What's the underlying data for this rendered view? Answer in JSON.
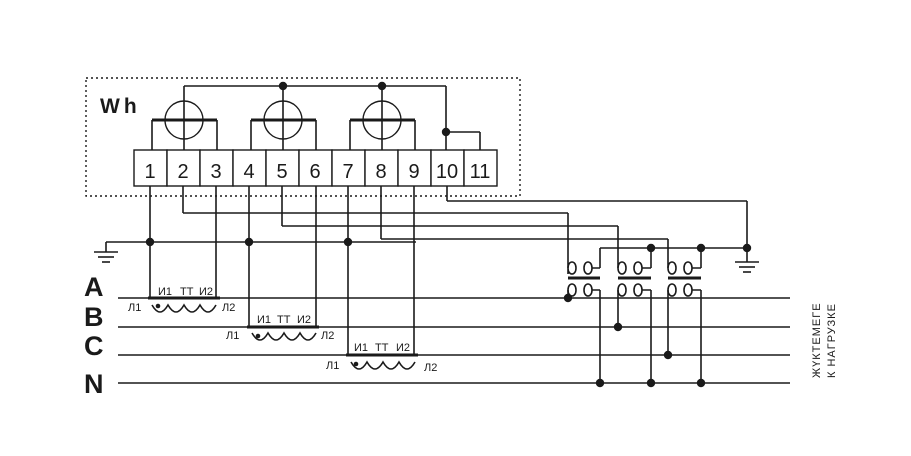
{
  "meter": {
    "label": "Wh",
    "terminals": [
      "1",
      "2",
      "3",
      "4",
      "5",
      "6",
      "7",
      "8",
      "9",
      "10",
      "11"
    ]
  },
  "phases": [
    "A",
    "B",
    "C",
    "N"
  ],
  "current_transformers": [
    {
      "i1": "И1",
      "tt": "ТТ",
      "i2": "И2",
      "l1": "Л1",
      "l2": "Л2"
    },
    {
      "i1": "И1",
      "tt": "ТТ",
      "i2": "И2",
      "l1": "Л1",
      "l2": "Л2"
    },
    {
      "i1": "И1",
      "tt": "ТТ",
      "i2": "И2",
      "l1": "Л1",
      "l2": "Л2"
    }
  ],
  "load_label": {
    "line1": "ЖҮКТЕМЕГЕ",
    "line2": "К НАГРУЗКЕ"
  }
}
